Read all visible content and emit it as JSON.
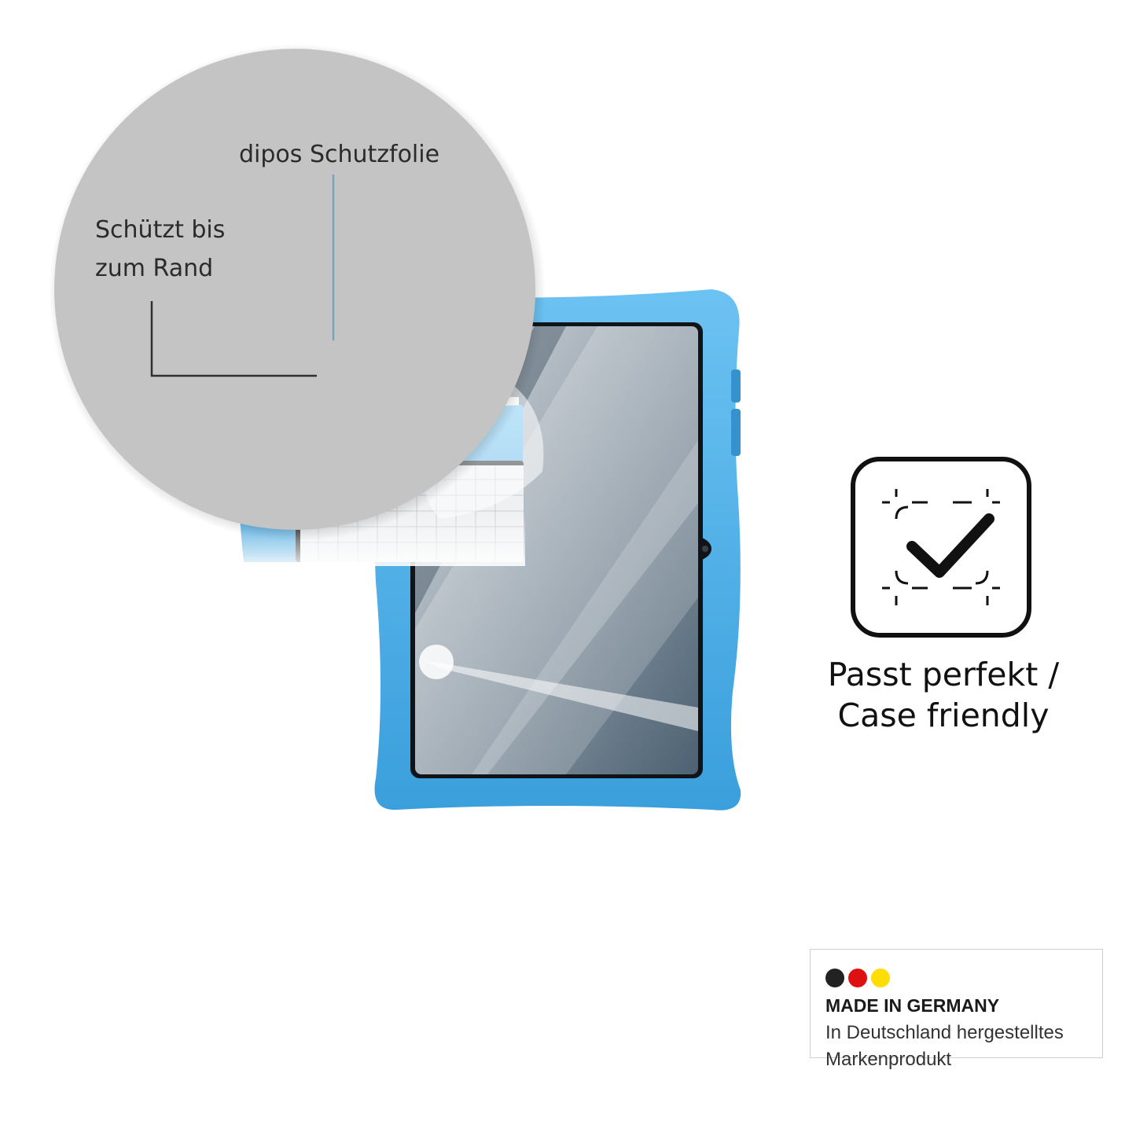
{
  "callouts": {
    "film_label": "dipos Schutzfolie",
    "edge_label_line1": "Schützt bis",
    "edge_label_line2": "zum Rand"
  },
  "feature": {
    "icon": "check-in-focus-frame-icon",
    "label_line1": "Passt perfekt /",
    "label_line2": "Case friendly"
  },
  "badge": {
    "title": "MADE IN GERMANY",
    "line1": "In Deutschland hergestelltes",
    "line2": "Markenprodukt",
    "flag_colors": [
      "#222222",
      "#dd1111",
      "#ffdd00"
    ]
  },
  "colors": {
    "case_blue": "#4fb0e8",
    "zoom_circle_gray": "#c4c4c4"
  }
}
